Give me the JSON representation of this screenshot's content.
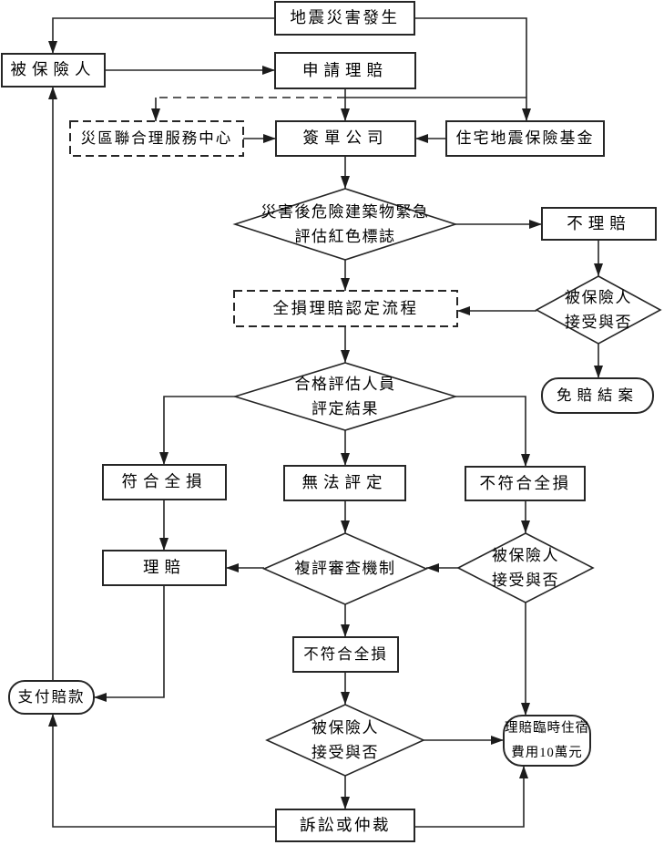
{
  "diagram": {
    "language": "zh-TW",
    "type": "flowchart"
  },
  "colors": {
    "background": "#ffffff",
    "line": "#262626",
    "shape_border": "#262626",
    "shape_fill": "#ffffff",
    "text": "#000000"
  },
  "nodes": {
    "earthquake": {
      "label": "地震災害發生",
      "shape": "rect"
    },
    "insured": {
      "label": "被保險人",
      "shape": "rect"
    },
    "apply_claim": {
      "label": "申請理賠",
      "shape": "rect"
    },
    "service_center": {
      "label": "災區聯合理服務中心",
      "shape": "dashed-rect"
    },
    "signing_company": {
      "label": "簽單公司",
      "shape": "rect"
    },
    "fund": {
      "label": "住宅地震保險基金",
      "shape": "rect"
    },
    "red_tag_assessment": {
      "label": "災害後危險建築物緊急\n評估紅色標誌",
      "shape": "diamond"
    },
    "no_claim": {
      "label": "不理賠",
      "shape": "rect"
    },
    "accept_or_not_1": {
      "label": "被保險人\n接受與否",
      "shape": "diamond"
    },
    "total_loss_process": {
      "label": "全損理賠認定流程",
      "shape": "dashed-rect"
    },
    "close_case": {
      "label": "免賠結案",
      "shape": "rounded"
    },
    "assessment_result": {
      "label": "合格評估人員\n評定結果",
      "shape": "diamond"
    },
    "meet_total_loss": {
      "label": "符合全損",
      "shape": "rect"
    },
    "cannot_assess": {
      "label": "無法評定",
      "shape": "rect"
    },
    "not_meet_total_loss_1": {
      "label": "不符合全損",
      "shape": "rect"
    },
    "claim": {
      "label": "理賠",
      "shape": "rect"
    },
    "review_mechanism": {
      "label": "複評審查機制",
      "shape": "diamond"
    },
    "accept_or_not_2": {
      "label": "被保險人\n接受與否",
      "shape": "diamond"
    },
    "not_meet_total_loss_2": {
      "label": "不符合全損",
      "shape": "rect"
    },
    "payment": {
      "label": "支付賠款",
      "shape": "rounded"
    },
    "accept_or_not_3": {
      "label": "被保險人\n接受與否",
      "shape": "diamond"
    },
    "temp_lodging": {
      "label": "理賠臨時住宿\n費用10萬元",
      "shape": "rounded"
    },
    "litigation": {
      "label": "訴訟或仲裁",
      "shape": "rect"
    }
  },
  "edges": [
    {
      "from": "earthquake",
      "to": "insured",
      "style": "solid-arrow"
    },
    {
      "from": "earthquake",
      "to": "fund",
      "style": "solid-arrow"
    },
    {
      "from": "apply_claim_branch",
      "to": "service_center",
      "style": "dashed-then-arrow"
    },
    {
      "from": "insured",
      "to": "apply_claim",
      "style": "solid-arrow"
    },
    {
      "from": "apply_claim",
      "to": "signing_company",
      "style": "solid-arrow"
    },
    {
      "from": "service_center",
      "to": "signing_company",
      "style": "solid-arrow"
    },
    {
      "from": "fund",
      "to": "signing_company",
      "style": "solid-arrow"
    },
    {
      "from": "signing_company",
      "to": "red_tag_assessment",
      "style": "solid-arrow"
    },
    {
      "from": "red_tag_assessment",
      "to": "no_claim",
      "style": "solid-arrow"
    },
    {
      "from": "red_tag_assessment",
      "to": "total_loss_process",
      "style": "solid-arrow"
    },
    {
      "from": "no_claim",
      "to": "accept_or_not_1",
      "style": "solid-arrow"
    },
    {
      "from": "accept_or_not_1",
      "to": "total_loss_process",
      "style": "solid-arrow"
    },
    {
      "from": "accept_or_not_1",
      "to": "close_case",
      "style": "solid-arrow"
    },
    {
      "from": "total_loss_process",
      "to": "assessment_result",
      "style": "solid-arrow"
    },
    {
      "from": "assessment_result",
      "to": "meet_total_loss",
      "style": "solid-arrow"
    },
    {
      "from": "assessment_result",
      "to": "cannot_assess",
      "style": "solid-arrow"
    },
    {
      "from": "assessment_result",
      "to": "not_meet_total_loss_1",
      "style": "solid-arrow"
    },
    {
      "from": "meet_total_loss",
      "to": "claim",
      "style": "solid-arrow"
    },
    {
      "from": "cannot_assess",
      "to": "review_mechanism",
      "style": "solid-arrow"
    },
    {
      "from": "not_meet_total_loss_1",
      "to": "accept_or_not_2",
      "style": "solid-arrow"
    },
    {
      "from": "accept_or_not_2",
      "to": "review_mechanism",
      "style": "solid-arrow"
    },
    {
      "from": "accept_or_not_2",
      "to": "temp_lodging",
      "style": "solid-arrow"
    },
    {
      "from": "review_mechanism",
      "to": "claim",
      "style": "solid-arrow"
    },
    {
      "from": "review_mechanism",
      "to": "not_meet_total_loss_2",
      "style": "solid-arrow"
    },
    {
      "from": "not_meet_total_loss_2",
      "to": "accept_or_not_3",
      "style": "solid-arrow"
    },
    {
      "from": "accept_or_not_3",
      "to": "litigation",
      "style": "solid-arrow"
    },
    {
      "from": "accept_or_not_3",
      "to": "temp_lodging",
      "style": "solid-arrow"
    },
    {
      "from": "claim",
      "to": "payment",
      "style": "solid-arrow"
    },
    {
      "from": "payment",
      "to": "insured",
      "style": "solid-arrow"
    },
    {
      "from": "litigation",
      "to": "payment",
      "style": "solid-arrow"
    },
    {
      "from": "litigation",
      "to": "temp_lodging",
      "style": "solid-arrow"
    }
  ]
}
